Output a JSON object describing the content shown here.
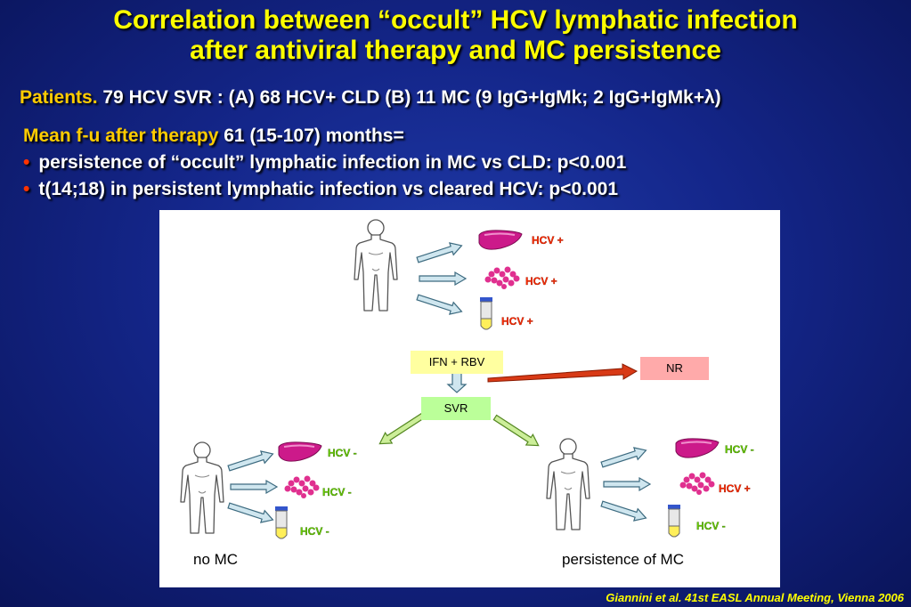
{
  "title": {
    "line1": "Correlation between “occult” HCV lymphatic infection",
    "line2": "after antiviral therapy and MC persistence"
  },
  "patients": {
    "label": "Patients.",
    "text": "79 HCV SVR : (A) 68 HCV+ CLD   (B) 11 MC (9 IgG+IgMk; 2 IgG+IgMk+λ)"
  },
  "followup": {
    "label": "Mean f-u after therapy",
    "text": "61 (15-107) months="
  },
  "bullets": [
    "persistence of “occult” lymphatic infection in MC vs CLD:  p<0.001",
    "t(14;18) in persistent lymphatic infection vs cleared HCV: p<0.001"
  ],
  "bullet_glyph": "•",
  "diagram": {
    "top_labels": [
      "HCV +",
      "HCV +",
      "HCV +"
    ],
    "treatment": "IFN + RBV",
    "nr": "NR",
    "svr": "SVR",
    "left_labels": [
      "HCV -",
      "HCV -",
      "HCV -"
    ],
    "right_labels": [
      "HCV -",
      "HCV +",
      "HCV -"
    ],
    "left_caption": "no MC",
    "right_caption": "persistence of MC"
  },
  "colors": {
    "positive": "#ff2a00",
    "negative": "#66cc00",
    "liver": "#cc1a8a",
    "title": "#ffff00",
    "label": "#ffcc00"
  },
  "citation": "Giannini et al. 41st EASL Annual Meeting, Vienna 2006"
}
